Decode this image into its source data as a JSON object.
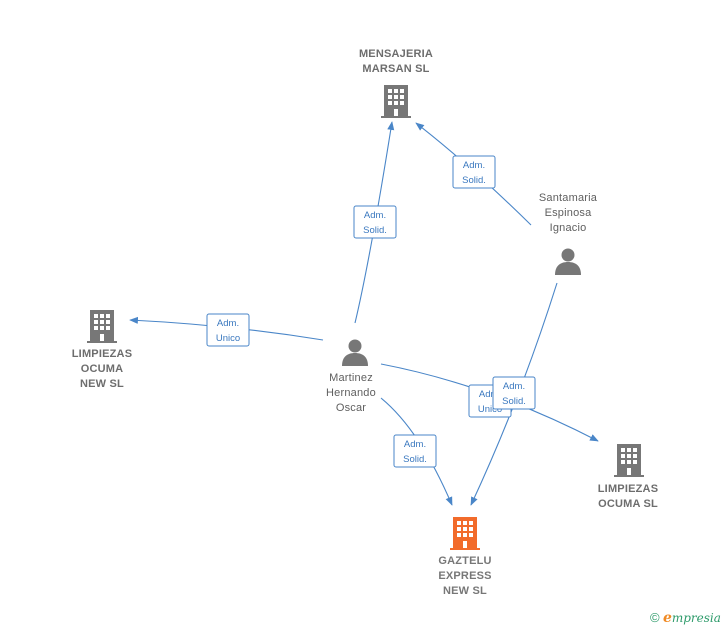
{
  "nodes": {
    "mensajeria": {
      "label_lines": [
        "MENSAJERIA",
        "MARSAN SL"
      ],
      "color": "#777777"
    },
    "limpiezas_left": {
      "label_lines": [
        "LIMPIEZAS",
        "OCUMA",
        "NEW SL"
      ],
      "color": "#777777"
    },
    "limpiezas_right": {
      "label_lines": [
        "LIMPIEZAS",
        "OCUMA SL"
      ],
      "color": "#777777"
    },
    "gaztelu": {
      "label_lines": [
        "GAZTELU",
        "EXPRESS",
        "NEW SL"
      ],
      "color": "#f26b2b"
    },
    "santamaria": {
      "label_lines": [
        "Santamaria",
        "Espinosa",
        "Ignacio"
      ],
      "color": "#777777"
    },
    "martinez": {
      "label_lines": [
        "Martinez",
        "Hernando",
        "Oscar"
      ],
      "color": "#777777"
    }
  },
  "edges": [
    {
      "from": "martinez",
      "to": "mensajeria",
      "label_lines": [
        "Adm.",
        "Solid."
      ]
    },
    {
      "from": "santamaria",
      "to": "mensajeria",
      "label_lines": [
        "Adm.",
        "Solid."
      ]
    },
    {
      "from": "martinez",
      "to": "limpiezas_left",
      "label_lines": [
        "Adm.",
        "Unico"
      ]
    },
    {
      "from": "martinez",
      "to": "limpiezas_right",
      "label_lines": [
        "Adm.",
        "Unico"
      ]
    },
    {
      "from": "santamaria",
      "to": "gaztelu",
      "label_lines": [
        "Adm.",
        "Solid."
      ]
    },
    {
      "from": "martinez",
      "to": "gaztelu",
      "label_lines": [
        "Adm.",
        "Solid."
      ]
    }
  ],
  "footer": {
    "copyright": "©",
    "brand_initial": "e",
    "brand_rest": "mpresia"
  },
  "colors": {
    "edge": "#4a86c8",
    "company": "#777777",
    "focus_company": "#f26b2b",
    "person": "#777777"
  }
}
